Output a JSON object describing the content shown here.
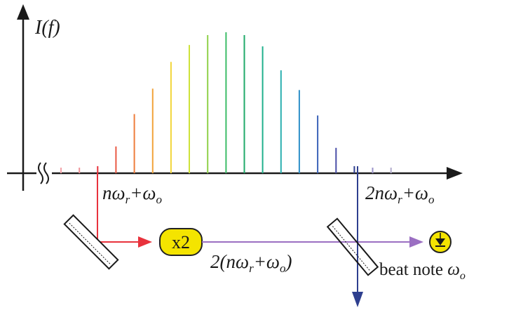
{
  "axis": {
    "ylabel": "I(f)"
  },
  "labels": {
    "f1": "nω",
    "f1_r": "r",
    "f1_plus": "+ω",
    "f1_o": "o",
    "f2": "2nω",
    "f2_r": "r",
    "f2_plus": "+ω",
    "f2_o": "o",
    "doubled_open": "2(nω",
    "doubled_r": "r",
    "doubled_plus": "+ω",
    "doubled_o": "o",
    "doubled_close": ")",
    "beat_text": "beat note ",
    "beat_omega": "ω",
    "beat_o": "o"
  },
  "doubler": {
    "label": "x2",
    "fill": "#f4e400",
    "stroke": "#222222"
  },
  "colors": {
    "axis": "#1a1a1a",
    "low_beam": "#e8323c",
    "doubled_beam": "#9b6fc2",
    "high_beam": "#2e3f8f",
    "detector": "#f4e400"
  },
  "comb": {
    "teeth": [
      {
        "color": "#f3a3a9",
        "amplitude": 0.04
      },
      {
        "color": "#ef9298",
        "amplitude": 0.04
      },
      {
        "color": "#e8323c",
        "amplitude": 0.05
      },
      {
        "color": "#ea5a45",
        "amplitude": 0.19
      },
      {
        "color": "#ee7d3c",
        "amplitude": 0.42
      },
      {
        "color": "#f2a33a",
        "amplitude": 0.6
      },
      {
        "color": "#f2d63a",
        "amplitude": 0.79
      },
      {
        "color": "#cde23a",
        "amplitude": 0.91
      },
      {
        "color": "#8fd04a",
        "amplitude": 0.98
      },
      {
        "color": "#3dbd68",
        "amplitude": 1.0
      },
      {
        "color": "#1faa6a",
        "amplitude": 0.98
      },
      {
        "color": "#20b08c",
        "amplitude": 0.9
      },
      {
        "color": "#2cb0b0",
        "amplitude": 0.73
      },
      {
        "color": "#2e8fc8",
        "amplitude": 0.59
      },
      {
        "color": "#3a62b8",
        "amplitude": 0.41
      },
      {
        "color": "#4a4fa8",
        "amplitude": 0.18
      },
      {
        "color": "#2e3f8f",
        "amplitude": 0.05
      },
      {
        "color": "#9a92c8",
        "amplitude": 0.04
      },
      {
        "color": "#b2accc",
        "amplitude": 0.04
      }
    ]
  }
}
